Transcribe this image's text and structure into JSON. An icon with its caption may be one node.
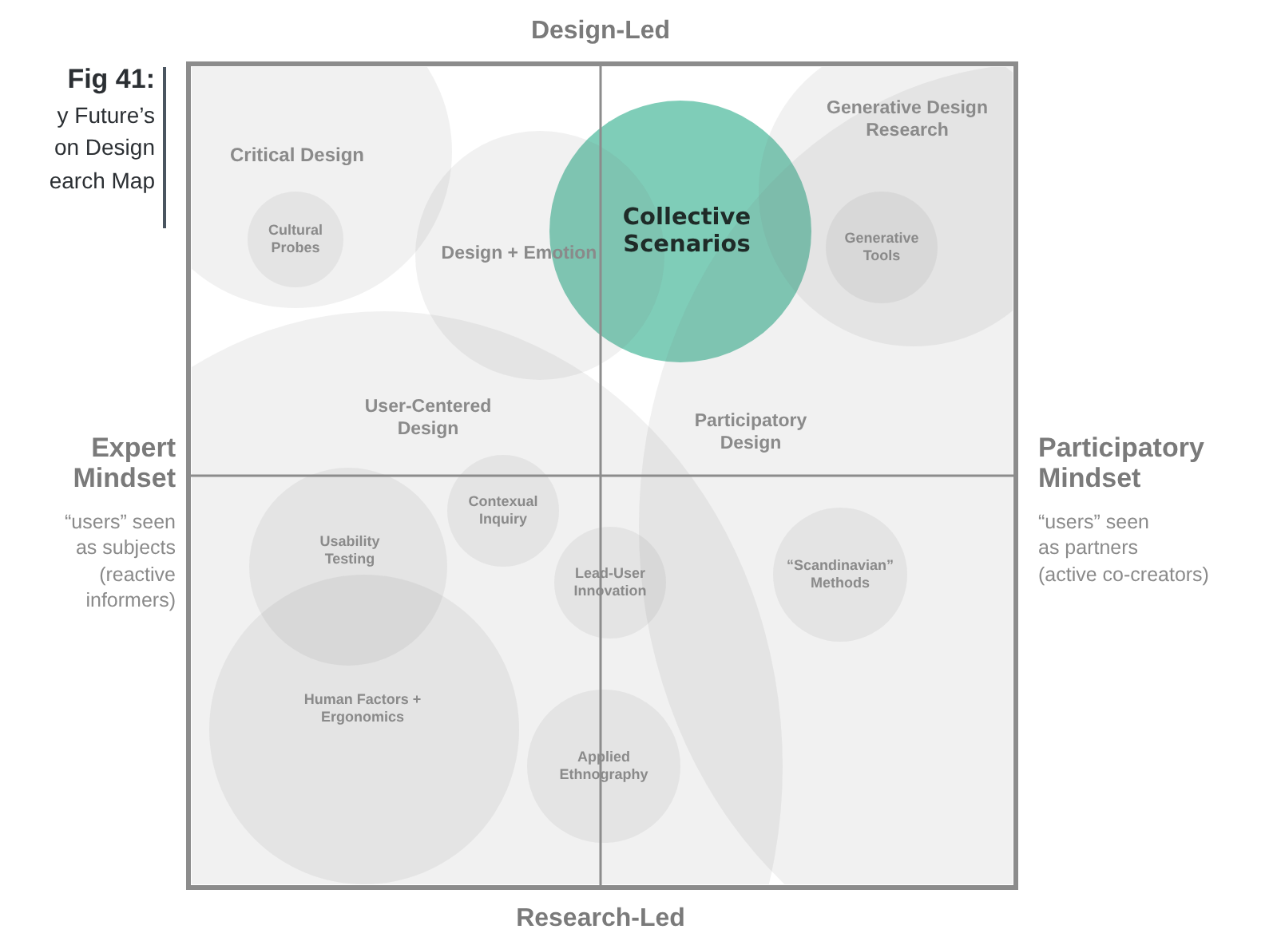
{
  "diagram": {
    "nodes": [
      {
        "text": [
          "Critical Design"
        ]
      },
      {
        "text": [
          "Cultural Probes"
        ],
        "in": 0
      },
      {
        "text": [
          "Design + Emotion"
        ]
      },
      {
        "text": [
          "Collective Scenarios"
        ]
      },
      {
        "text": [
          "Generative Design Research"
        ]
      },
      {
        "text": [
          "Generative Tools"
        ],
        "in": 4
      },
      {
        "text": [
          "User-Centered Design"
        ]
      },
      {
        "text": [
          "Participatory Design"
        ]
      },
      {
        "text": [
          "Contexual Inquiry"
        ],
        "in": 6
      },
      {
        "text": [
          "Usability Testing"
        ],
        "in": 6
      },
      {
        "text": [
          "Lead-User Innovation"
        ],
        "in": 6
      },
      {
        "text": [
          "“Scandinavian” Methods"
        ],
        "in": 7
      },
      {
        "text": [
          "Human Factors + Ergonomics"
        ],
        "in": 6
      },
      {
        "text": [
          "Applied Ethnography"
        ],
        "in": 6
      }
    ],
    "labels": [
      "Fig 41:",
      "y Future’s on Design earch Map",
      "Design-Led",
      "Expert Mindset",
      "“users” seen as subjects (reactive informers)",
      "Participatory Mindset",
      "“users” seen as partners (active co-creators)",
      "Research-Led"
    ]
  }
}
